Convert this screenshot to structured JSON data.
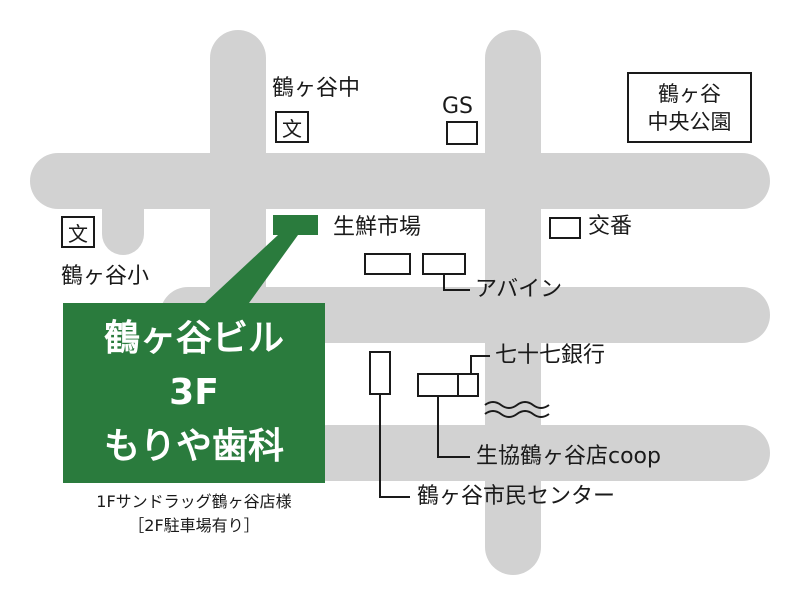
{
  "colors": {
    "road": "#d2d2d2",
    "accent_green": "#2a7b3d",
    "ink": "#1a1a1a",
    "background": "#ffffff"
  },
  "target": {
    "line1": "鶴ヶ谷ビル",
    "line2": "3F",
    "line3": "もりや歯科",
    "note_line1": "1Fサンドラッグ鶴ヶ谷店様",
    "note_line2": "［2F駐車場有り］"
  },
  "labels": {
    "junior_high": "鶴ヶ谷中",
    "elementary": "鶴ヶ谷小",
    "school_symbol": "文",
    "gas_station": "GS",
    "park_line1": "鶴ヶ谷",
    "park_line2": "中央公園",
    "police_box": "交番",
    "fresh_market": "生鮮市場",
    "abain": "アバイン",
    "bank": "七十七銀行",
    "coop": "生協鶴ヶ谷店coop",
    "civic_center": "鶴ヶ谷市民センター"
  }
}
